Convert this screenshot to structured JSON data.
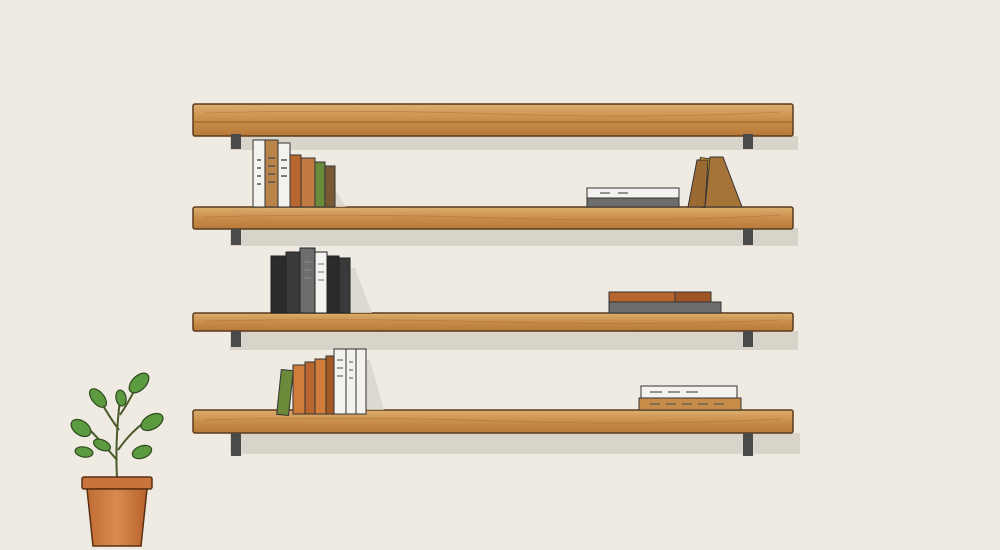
{
  "scene": {
    "background": "#efebe3",
    "wood_color": "#c98d4a",
    "wood_light": "#ddb071",
    "wood_dark": "#a86f32",
    "bracket_color": "#4a4a4a",
    "plant_pot_color": "#d17f45",
    "plant_leaf_color": "#5c9a3f",
    "book_colors": {
      "white": "#f4f2ee",
      "tan": "#b8844a",
      "rust": "#b8662f",
      "olive": "#6b8a3a",
      "black": "#2b2b2b",
      "grey": "#6d6d6d",
      "yellow": "#f0c21a",
      "orange": "#d27c3c"
    },
    "shelf_count": 4,
    "icons": [
      "wall-shelf",
      "book",
      "bookend",
      "potted-plant",
      "shelf-bracket"
    ]
  }
}
